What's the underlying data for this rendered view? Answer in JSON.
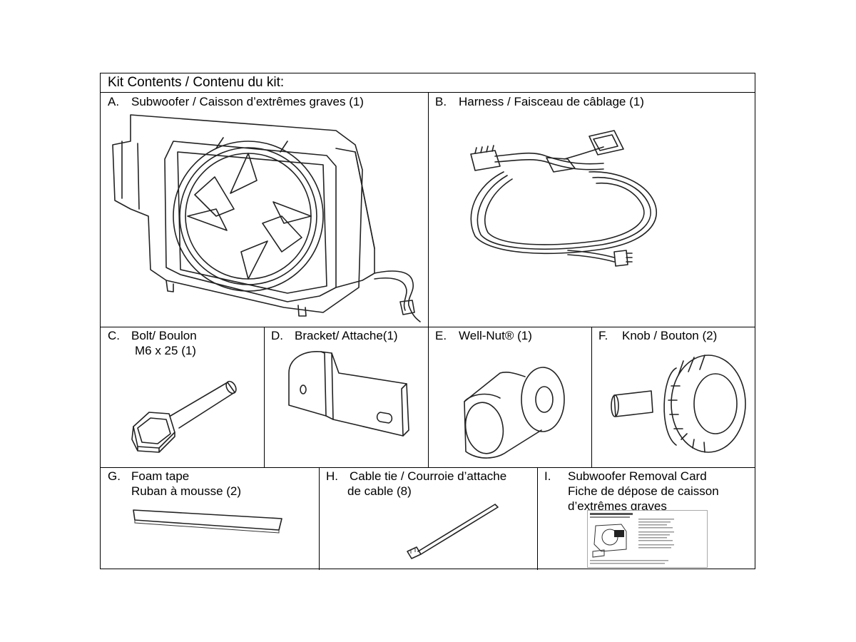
{
  "title": "Kit Contents / Contenu du kit:",
  "items": [
    {
      "letter": "A.",
      "line1": "Subwoofer / Caisson d’extrêmes graves (1)",
      "line2": "",
      "line3": "",
      "icon": "subwoofer-illustration"
    },
    {
      "letter": "B.",
      "line1": "Harness / Faisceau de câblage (1)",
      "line2": "",
      "line3": "",
      "icon": "wire-harness-illustration"
    },
    {
      "letter": "C.",
      "line1": "Bolt/ Boulon",
      "line2": "M6 x 25 (1)",
      "line3": "",
      "icon": "bolt-illustration"
    },
    {
      "letter": "D.",
      "line1": "Bracket/ Attache(1)",
      "line2": "",
      "line3": "",
      "icon": "bracket-illustration"
    },
    {
      "letter": "E.",
      "line1": "Well-Nut® (1)",
      "line2": "",
      "line3": "",
      "icon": "well-nut-illustration"
    },
    {
      "letter": "F.",
      "line1": "Knob / Bouton (2)",
      "line2": "",
      "line3": "",
      "icon": "knob-illustration"
    },
    {
      "letter": "G.",
      "line1": "Foam tape",
      "line2": "Ruban à mousse (2)",
      "line3": "",
      "icon": "foam-tape-illustration"
    },
    {
      "letter": "H.",
      "line1": "Cable tie / Courroie d’attache",
      "line2": "de cable (8)",
      "line3": "",
      "icon": "cable-tie-illustration"
    },
    {
      "letter": "I.",
      "line1": "Subwoofer Removal Card",
      "line2": "Fiche de dépose de caisson",
      "line3": "d’extrêmes graves",
      "icon": "removal-card-illustration"
    }
  ]
}
